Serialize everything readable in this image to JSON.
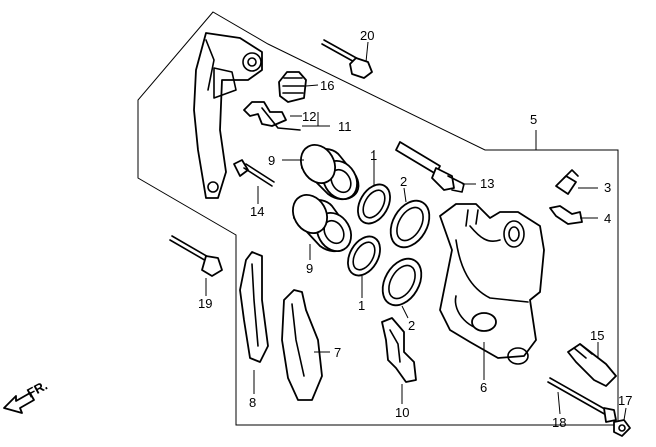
{
  "callouts": [
    {
      "key": "p20",
      "text": "20"
    },
    {
      "key": "p16",
      "text": "16"
    },
    {
      "key": "p12",
      "text": "12"
    },
    {
      "key": "p11",
      "text": "11"
    },
    {
      "key": "p5",
      "text": "5"
    },
    {
      "key": "p9a",
      "text": "9"
    },
    {
      "key": "p1a",
      "text": "1"
    },
    {
      "key": "p2a",
      "text": "2"
    },
    {
      "key": "p13",
      "text": "13"
    },
    {
      "key": "p3",
      "text": "3"
    },
    {
      "key": "p4",
      "text": "4"
    },
    {
      "key": "p14",
      "text": "14"
    },
    {
      "key": "p9b",
      "text": "9"
    },
    {
      "key": "p1b",
      "text": "1"
    },
    {
      "key": "p2b",
      "text": "2"
    },
    {
      "key": "p19",
      "text": "19"
    },
    {
      "key": "p7",
      "text": "7"
    },
    {
      "key": "p8",
      "text": "8"
    },
    {
      "key": "p10",
      "text": "10"
    },
    {
      "key": "p6",
      "text": "6"
    },
    {
      "key": "p15",
      "text": "15"
    },
    {
      "key": "p18",
      "text": "18"
    },
    {
      "key": "p17",
      "text": "17"
    }
  ],
  "direction_label": "FR."
}
